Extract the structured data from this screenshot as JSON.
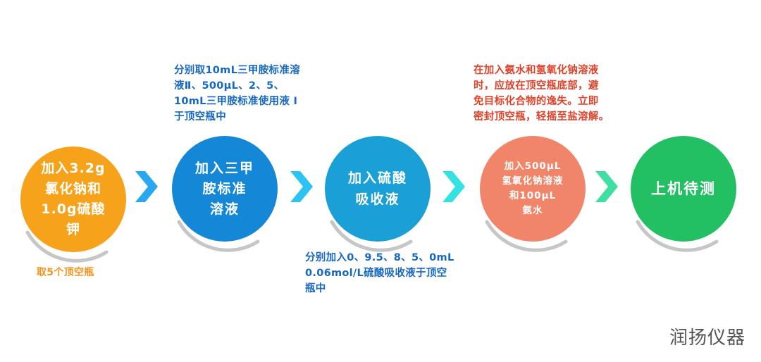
{
  "colors": {
    "step1": "#f7a21b",
    "step2": "#1488d6",
    "step3": "#1a9fd6",
    "step4": "#f0856a",
    "step5": "#22bf63",
    "arrow1": "#27a8f0",
    "arrow2": "#2cc3f2",
    "arrow3": "#34e2e2",
    "arrow4": "#3ee0a2",
    "ring": "#c6c6c6",
    "note_orange": "#f7941d",
    "note_blue": "#1768c2",
    "note_red": "#e0422a"
  },
  "steps": [
    {
      "label": "加入3.2g\n氯化钠和\n1.0g硫酸\n钾",
      "icon": "none"
    },
    {
      "label": "加入三甲\n胺标准\n溶液"
    },
    {
      "label": "加入硫酸\n吸收液"
    },
    {
      "label": "加入500μL\n氢氧化钠溶液\n和100μL\n氨水"
    },
    {
      "label": "上机待测"
    }
  ],
  "notes": {
    "step1_below": "取5个顶空瓶",
    "step2_above": "分别取10mL三甲胺标准溶\n液Ⅱ、500μL、2、5、\n10mL三甲胺标准使用液 I\n于顶空瓶中",
    "step3_below": "分别加入0、9.5、8、5、0mL\n0.06mol/L硫酸吸收液于顶空\n瓶中",
    "step4_above": "在加入氨水和氢氧化钠溶液\n时，应放在顶空瓶底部，避\n免目标化合物的逸失。立即\n密封顶空瓶，轻摇至盐溶解。"
  },
  "brand": "润扬仪器",
  "icons": {
    "arrow": "chevron-right-icon"
  }
}
